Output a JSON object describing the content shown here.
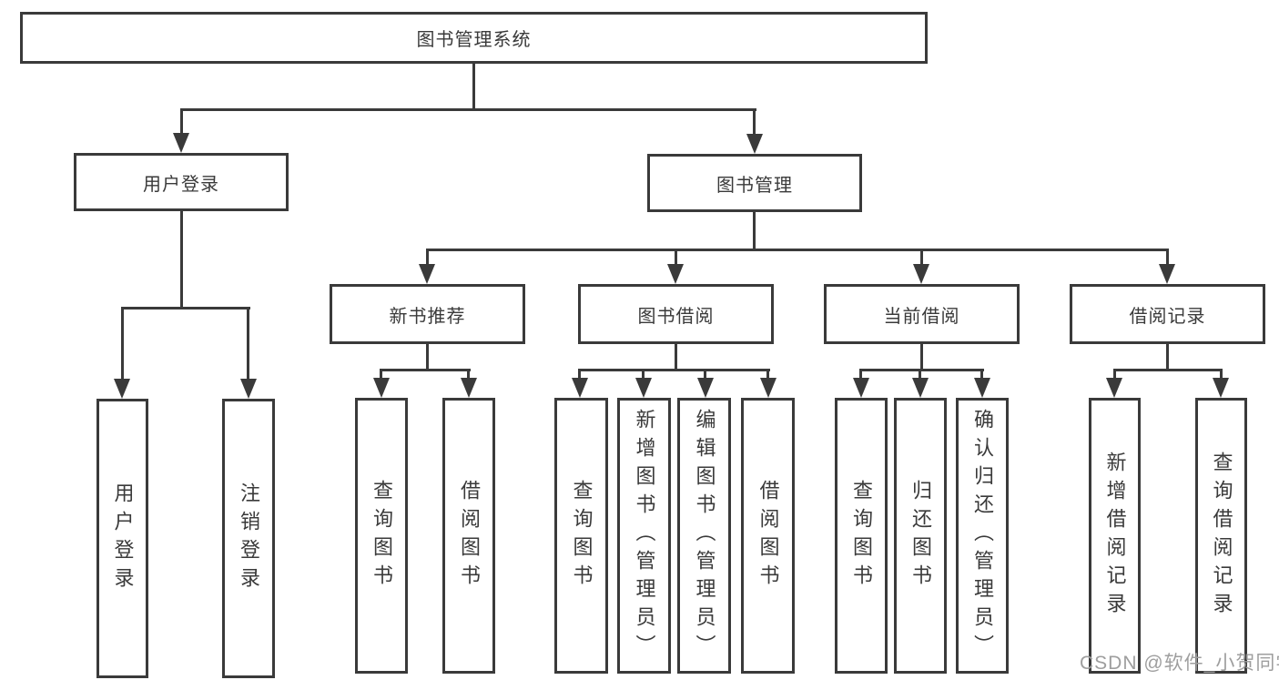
{
  "diagram": {
    "root": {
      "label": "图书管理系统"
    },
    "user_branch": {
      "label": "用户登录",
      "children": [
        {
          "label": "用户登录"
        },
        {
          "label": "注销登录"
        }
      ]
    },
    "book_branch": {
      "label": "图书管理",
      "groups": [
        {
          "label": "新书推荐",
          "children": [
            {
              "label": "查询图书"
            },
            {
              "label": "借阅图书"
            }
          ]
        },
        {
          "label": "图书借阅",
          "children": [
            {
              "label": "查询图书"
            },
            {
              "label": "新增图书（管理员）"
            },
            {
              "label": "编辑图书（管理员）"
            },
            {
              "label": "借阅图书"
            }
          ]
        },
        {
          "label": "当前借阅",
          "children": [
            {
              "label": "查询图书"
            },
            {
              "label": "归还图书"
            },
            {
              "label": "确认归还（管理员）"
            }
          ]
        },
        {
          "label": "借阅记录",
          "children": [
            {
              "label": "新增借阅记录"
            },
            {
              "label": "查询借阅记录"
            }
          ]
        }
      ]
    }
  },
  "watermark": {
    "text": "CSDN @软件_小贺同学"
  },
  "colors": {
    "line": "#3a3a3a",
    "text": "#3a3a3a",
    "background": "#ffffff",
    "watermark": "#9e9e9e"
  }
}
